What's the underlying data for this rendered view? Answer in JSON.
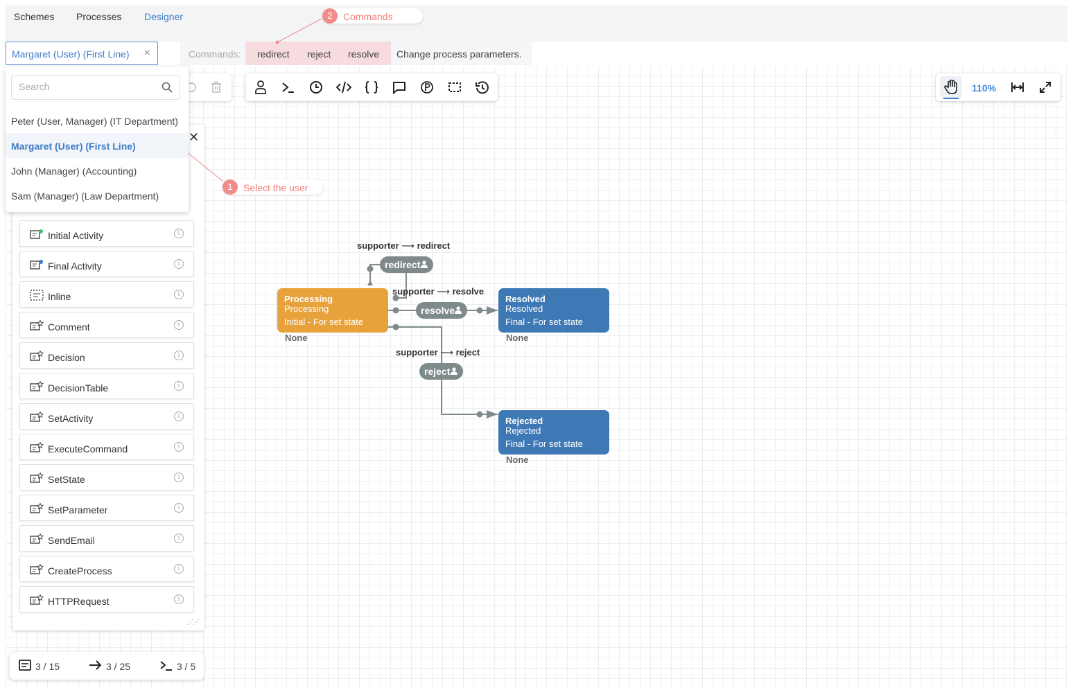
{
  "nav": {
    "schemes": "Schemes",
    "processes": "Processes",
    "designer": "Designer"
  },
  "user_select": {
    "value": "Margaret (User) (First Line)",
    "clear": "×"
  },
  "commands": {
    "label": "Commands:",
    "items": [
      "redirect",
      "reject",
      "resolve"
    ],
    "description": "Change process parameters."
  },
  "dropdown": {
    "search_placeholder": "Search",
    "options": [
      "Peter (User, Manager) (IT Department)",
      "Margaret (User) (First Line)",
      "John (Manager) (Accounting)",
      "Sam (Manager) (Law Department)"
    ],
    "selected_index": 1
  },
  "callouts": [
    {
      "num": "1",
      "text": "Select the user"
    },
    {
      "num": "2",
      "text": "Commands"
    }
  ],
  "zoom": "110%",
  "palette": {
    "close": "✕",
    "items": [
      "Initial Activity",
      "Final Activity",
      "Inline",
      "Comment",
      "Decision",
      "DecisionTable",
      "SetActivity",
      "ExecuteCommand",
      "SetState",
      "SetParameter",
      "SendEmail",
      "CreateProcess",
      "HTTPRequest"
    ]
  },
  "diagram": {
    "states": [
      {
        "name": "Processing",
        "state": "Processing",
        "kind": "Initial - For set state",
        "foot": "None",
        "color": "#e8a23c"
      },
      {
        "name": "Resolved",
        "state": "Resolved",
        "kind": "Final - For set state",
        "foot": "None",
        "color": "#3f79b5"
      },
      {
        "name": "Rejected",
        "state": "Rejected",
        "kind": "Final - For set state",
        "foot": "None",
        "color": "#3f79b5"
      }
    ],
    "transitions": [
      {
        "command": "redirect",
        "actor": "supporter",
        "arrow": "⟶",
        "target": "redirect"
      },
      {
        "command": "resolve",
        "actor": "supporter",
        "arrow": "⟶",
        "target": "resolve"
      },
      {
        "command": "reject",
        "actor": "supporter",
        "arrow": "⟶",
        "target": "reject"
      }
    ]
  },
  "stats": {
    "activities": "3 / 15",
    "transitions": "3 / 25",
    "commands": "3 / 5"
  },
  "colors": {
    "accent": "#3f7cc7",
    "initial_state": "#e8a23c",
    "final_state": "#3f79b5",
    "command_pill": "#7f8a8a",
    "callout": "#f28b8b"
  }
}
